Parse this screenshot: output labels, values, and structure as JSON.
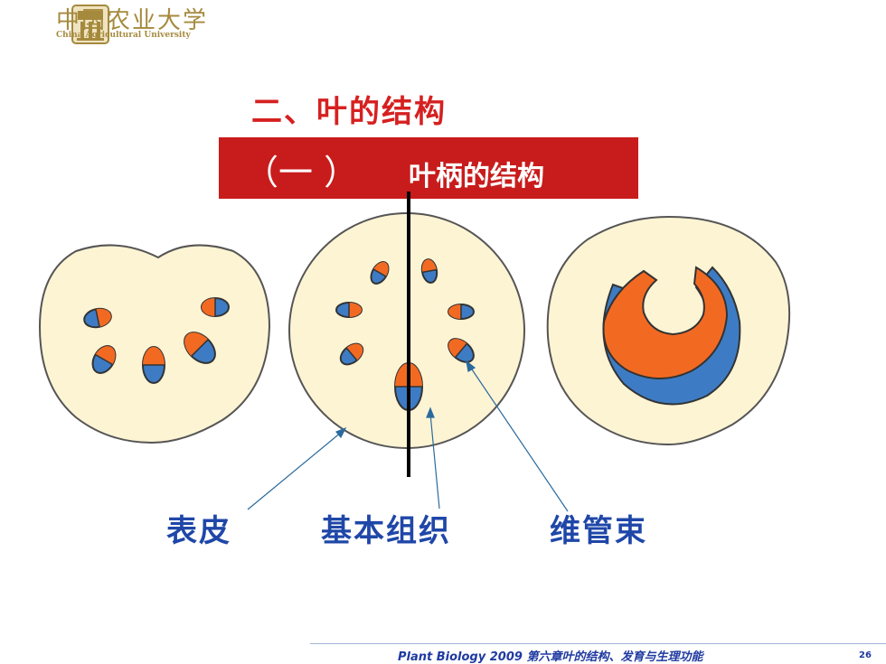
{
  "header": {
    "logo_cn": "中国农业大学",
    "logo_en": "China Agricultural University"
  },
  "title": "二、叶的结构",
  "subtitle": {
    "number": "（一 ）",
    "text": "叶柄的结构"
  },
  "labels": {
    "epidermis": "表皮",
    "ground_tissue": "基本组织",
    "vascular_bundle": "维管束"
  },
  "colors": {
    "title": "#d62020",
    "subtitle_bg": "#c81c1c",
    "label": "#1f47a8",
    "cell_fill": "#fdf4d4",
    "xylem": "#f26a22",
    "phloem": "#3d7cc4",
    "footer": "#1f3aa0"
  },
  "footer": {
    "text": "Plant Biology  2009   第六章叶的结构、发育与生理功能",
    "page_number": "26"
  }
}
